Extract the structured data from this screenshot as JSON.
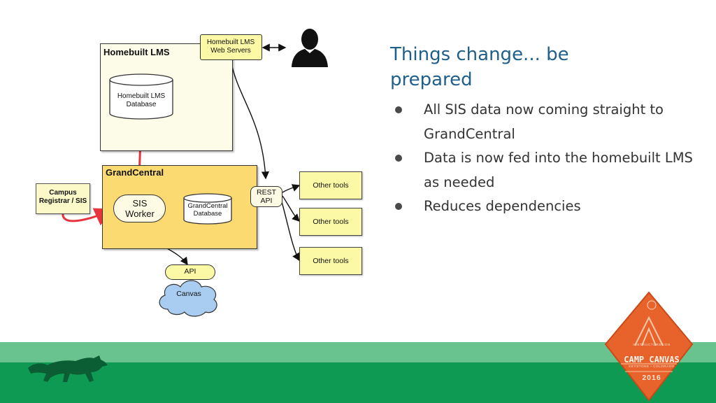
{
  "slide": {
    "title": "Things change... be prepared",
    "bullets": [
      "All SIS data now coming straight to GrandCentral",
      "Data is now fed into the homebuilt LMS as needed",
      "Reduces dependencies"
    ]
  },
  "diagram": {
    "homebuilt_group": "Homebuilt LMS",
    "web_servers": "Homebuilt LMS Web Servers",
    "lms_database": "Homebuilt LMS Database",
    "grandcentral_group": "GrandCentral",
    "sis_worker": "SIS Worker",
    "gc_database": "GrandCentral Database",
    "rest_api": "REST API",
    "campus": "Campus Registrar / SIS",
    "other_tools": [
      "Other tools",
      "Other tools",
      "Other tools"
    ],
    "api": "API",
    "canvas": "Canvas"
  },
  "badge": {
    "top": "INSTRUCTURECON",
    "name": "CAMP CANVAS",
    "location": "KEYSTONE • COLORADO",
    "year": "2016"
  },
  "colors": {
    "title": "#1f5f8b",
    "band_light": "#68c38f",
    "band_dark": "#0f9a54",
    "badge": "#e8632b",
    "red_arrow": "#e8353d",
    "lms_fill": "#fdfce8",
    "gc_fill": "#fbda72",
    "tool_fill": "#fbf9a6",
    "canvas_fill": "#a9cdf0"
  }
}
